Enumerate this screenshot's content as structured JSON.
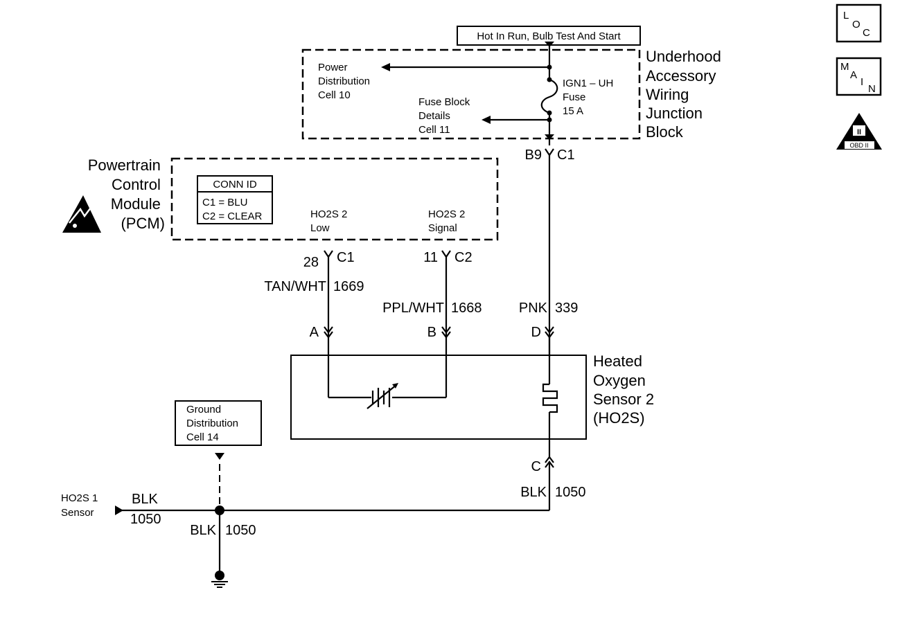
{
  "header_box": "Hot In Run, Bulb Test And Start",
  "badges": {
    "loc": [
      "L",
      "O",
      "C"
    ],
    "main": [
      "M",
      "A",
      "I",
      "N"
    ],
    "obd_num": "II",
    "obd_label": "OBD II"
  },
  "underhood_block": {
    "title_lines": [
      "Underhood",
      "Accessory",
      "Wiring",
      "Junction",
      "Block"
    ],
    "power_dist": [
      "Power",
      "Distribution",
      "Cell 10"
    ],
    "fuse_block": [
      "Fuse Block",
      "Details",
      "Cell 11"
    ],
    "fuse": [
      "IGN1 – UH",
      "Fuse",
      "15 A"
    ],
    "connector": {
      "pin": "B9",
      "conn": "C1"
    }
  },
  "pcm": {
    "title_lines": [
      "Powertrain",
      "Control",
      "Module",
      "(PCM)"
    ],
    "conn_id": {
      "header": "CONN ID",
      "rows": [
        "C1 = BLU",
        "C2 = CLEAR"
      ]
    },
    "ho2s_low": [
      "HO2S 2",
      "Low"
    ],
    "ho2s_signal": [
      "HO2S 2",
      "Signal"
    ],
    "pin_low": {
      "pin": "28",
      "conn": "C1"
    },
    "pin_signal": {
      "pin": "11",
      "conn": "C2"
    }
  },
  "wires": {
    "tan": {
      "color": "TAN/WHT",
      "circuit": "1669"
    },
    "ppl": {
      "color": "PPL/WHT",
      "circuit": "1668"
    },
    "pnk": {
      "color": "PNK",
      "circuit": "339"
    },
    "blk_sensor": {
      "color": "BLK",
      "circuit": "1050"
    },
    "blk_input": {
      "color": "BLK",
      "circuit": "1050"
    },
    "blk_ground": {
      "color": "BLK",
      "circuit": "1050"
    }
  },
  "sensor": {
    "title_lines": [
      "Heated",
      "Oxygen",
      "Sensor 2",
      "(HO2S)"
    ],
    "pins": {
      "a": "A",
      "b": "B",
      "d": "D",
      "c": "C"
    }
  },
  "ground_dist": [
    "Ground",
    "Distribution",
    "Cell 14"
  ],
  "ho2s1": [
    "HO2S 1",
    "Sensor"
  ]
}
